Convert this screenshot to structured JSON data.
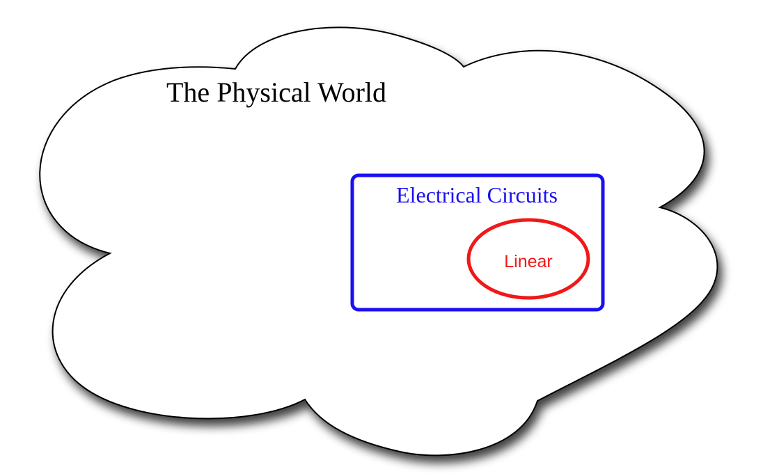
{
  "diagram": {
    "outer": {
      "label": "The Physical World",
      "stroke_color": "#000000",
      "fill_color": "#ffffff"
    },
    "middle": {
      "label": "Electrical Circuits",
      "color": "#1a10f0"
    },
    "inner": {
      "label": "Linear",
      "color": "#f01818"
    }
  }
}
